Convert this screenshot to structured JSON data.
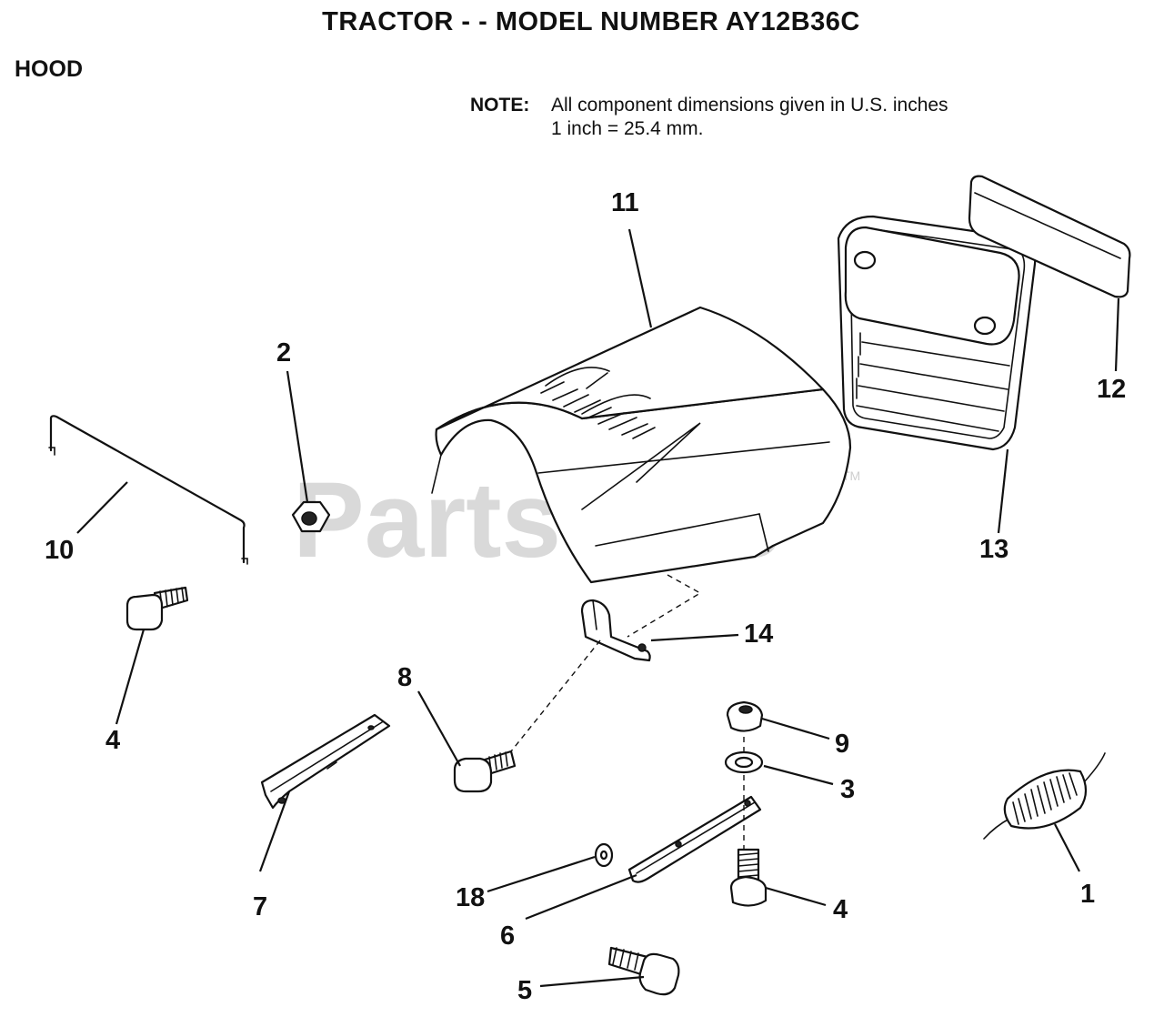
{
  "header": {
    "title": "TRACTOR - - MODEL NUMBER AY12B36C",
    "section": "HOOD"
  },
  "note": {
    "label": "NOTE:",
    "line1": "All component dimensions given in U.S. inches",
    "line2": "1 inch = 25.4 mm."
  },
  "watermark": {
    "text": "PartsTree",
    "tm": "TM"
  },
  "callouts": {
    "c11": "11",
    "c12": "12",
    "c13": "13",
    "c2": "2",
    "c10": "10",
    "c4a": "4",
    "c14": "14",
    "c8": "8",
    "c9": "9",
    "c3": "3",
    "c7": "7",
    "c18": "18",
    "c6": "6",
    "c4b": "4",
    "c1": "1",
    "c5": "5"
  }
}
